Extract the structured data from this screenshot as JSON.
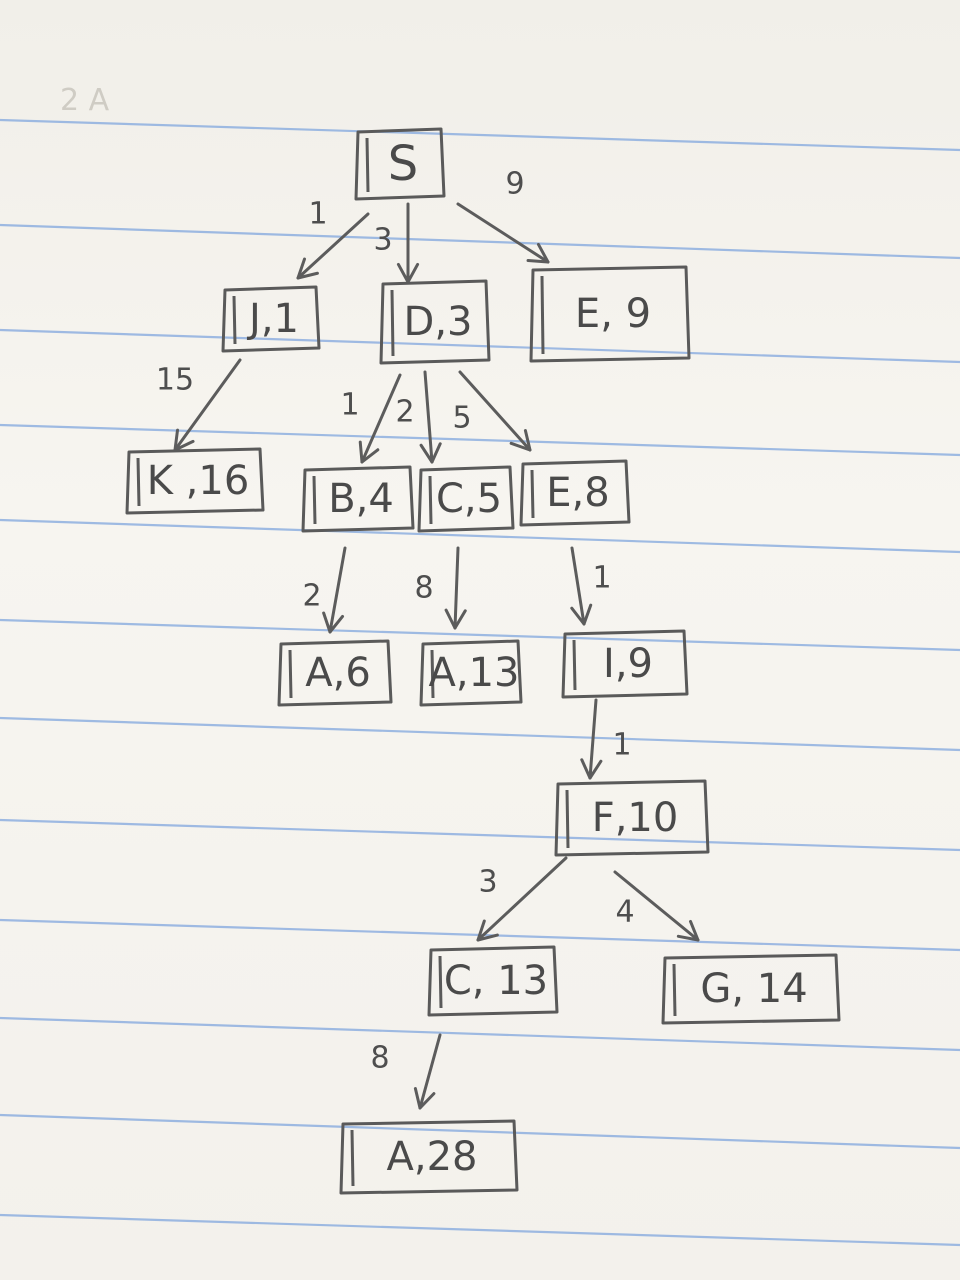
{
  "diagram": {
    "nodes": [
      {
        "id": "S",
        "label": "S"
      },
      {
        "id": "J1",
        "label": "J,1"
      },
      {
        "id": "D3",
        "label": "D,3"
      },
      {
        "id": "E9",
        "label": "E, 9"
      },
      {
        "id": "K16",
        "label": "K ,16"
      },
      {
        "id": "B4",
        "label": "B,4"
      },
      {
        "id": "C5",
        "label": "C,5"
      },
      {
        "id": "E8",
        "label": "E,8"
      },
      {
        "id": "A6",
        "label": "A,6"
      },
      {
        "id": "A13",
        "label": "A,13"
      },
      {
        "id": "I9",
        "label": "I,9"
      },
      {
        "id": "F10",
        "label": "F,10"
      },
      {
        "id": "C13",
        "label": "C, 13"
      },
      {
        "id": "G14",
        "label": "G, 14"
      },
      {
        "id": "A28",
        "label": "A,28"
      }
    ],
    "edges": [
      {
        "from": "S",
        "to": "J1",
        "weight": "1"
      },
      {
        "from": "S",
        "to": "D3",
        "weight": "3"
      },
      {
        "from": "S",
        "to": "E9",
        "weight": "9"
      },
      {
        "from": "J1",
        "to": "K16",
        "weight": "15"
      },
      {
        "from": "D3",
        "to": "B4",
        "weight": "1"
      },
      {
        "from": "D3",
        "to": "C5",
        "weight": "2"
      },
      {
        "from": "D3",
        "to": "E8",
        "weight": "5"
      },
      {
        "from": "B4",
        "to": "A6",
        "weight": "2"
      },
      {
        "from": "C5",
        "to": "A13",
        "weight": "8"
      },
      {
        "from": "E8",
        "to": "I9",
        "weight": "1"
      },
      {
        "from": "I9",
        "to": "F10",
        "weight": "1"
      },
      {
        "from": "F10",
        "to": "C13",
        "weight": "3"
      },
      {
        "from": "F10",
        "to": "G14",
        "weight": "4"
      },
      {
        "from": "C13",
        "to": "A28",
        "weight": "8"
      }
    ],
    "faint_marks": [
      "2 A"
    ]
  },
  "colors": {
    "pencil": "#5a5a5a",
    "rule_line": "#8fb0e0",
    "paper": "#f4f2ee"
  }
}
